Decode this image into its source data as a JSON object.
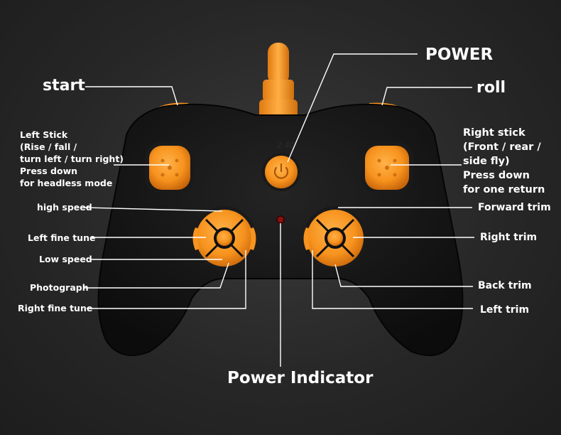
{
  "labels": {
    "power": "POWER",
    "start": "start",
    "roll": "roll",
    "left_stick": [
      "Left Stick",
      "(Rise / fall /",
      "turn left / turn right)",
      "Press down",
      "for headless mode"
    ],
    "right_stick": [
      "Right stick",
      "(Front / rear /",
      "side fly)",
      "Press down",
      "for one return"
    ],
    "high_speed": "high speed",
    "left_fine_tune": "Left fine tune",
    "low_speed": "Low speed",
    "photograph": "Photograph",
    "right_fine_tune": "Right fine tune",
    "forward_trim": "Forward trim",
    "right_trim": "Right trim",
    "back_trim": "Back trim",
    "left_trim": "Left trim",
    "power_indicator": "Power Indicator"
  },
  "colors": {
    "accent": "#f7931e",
    "controller_body": "#141414",
    "background": "#272727",
    "leader_line": "#ffffff",
    "indicator_led": "#8a1010"
  }
}
